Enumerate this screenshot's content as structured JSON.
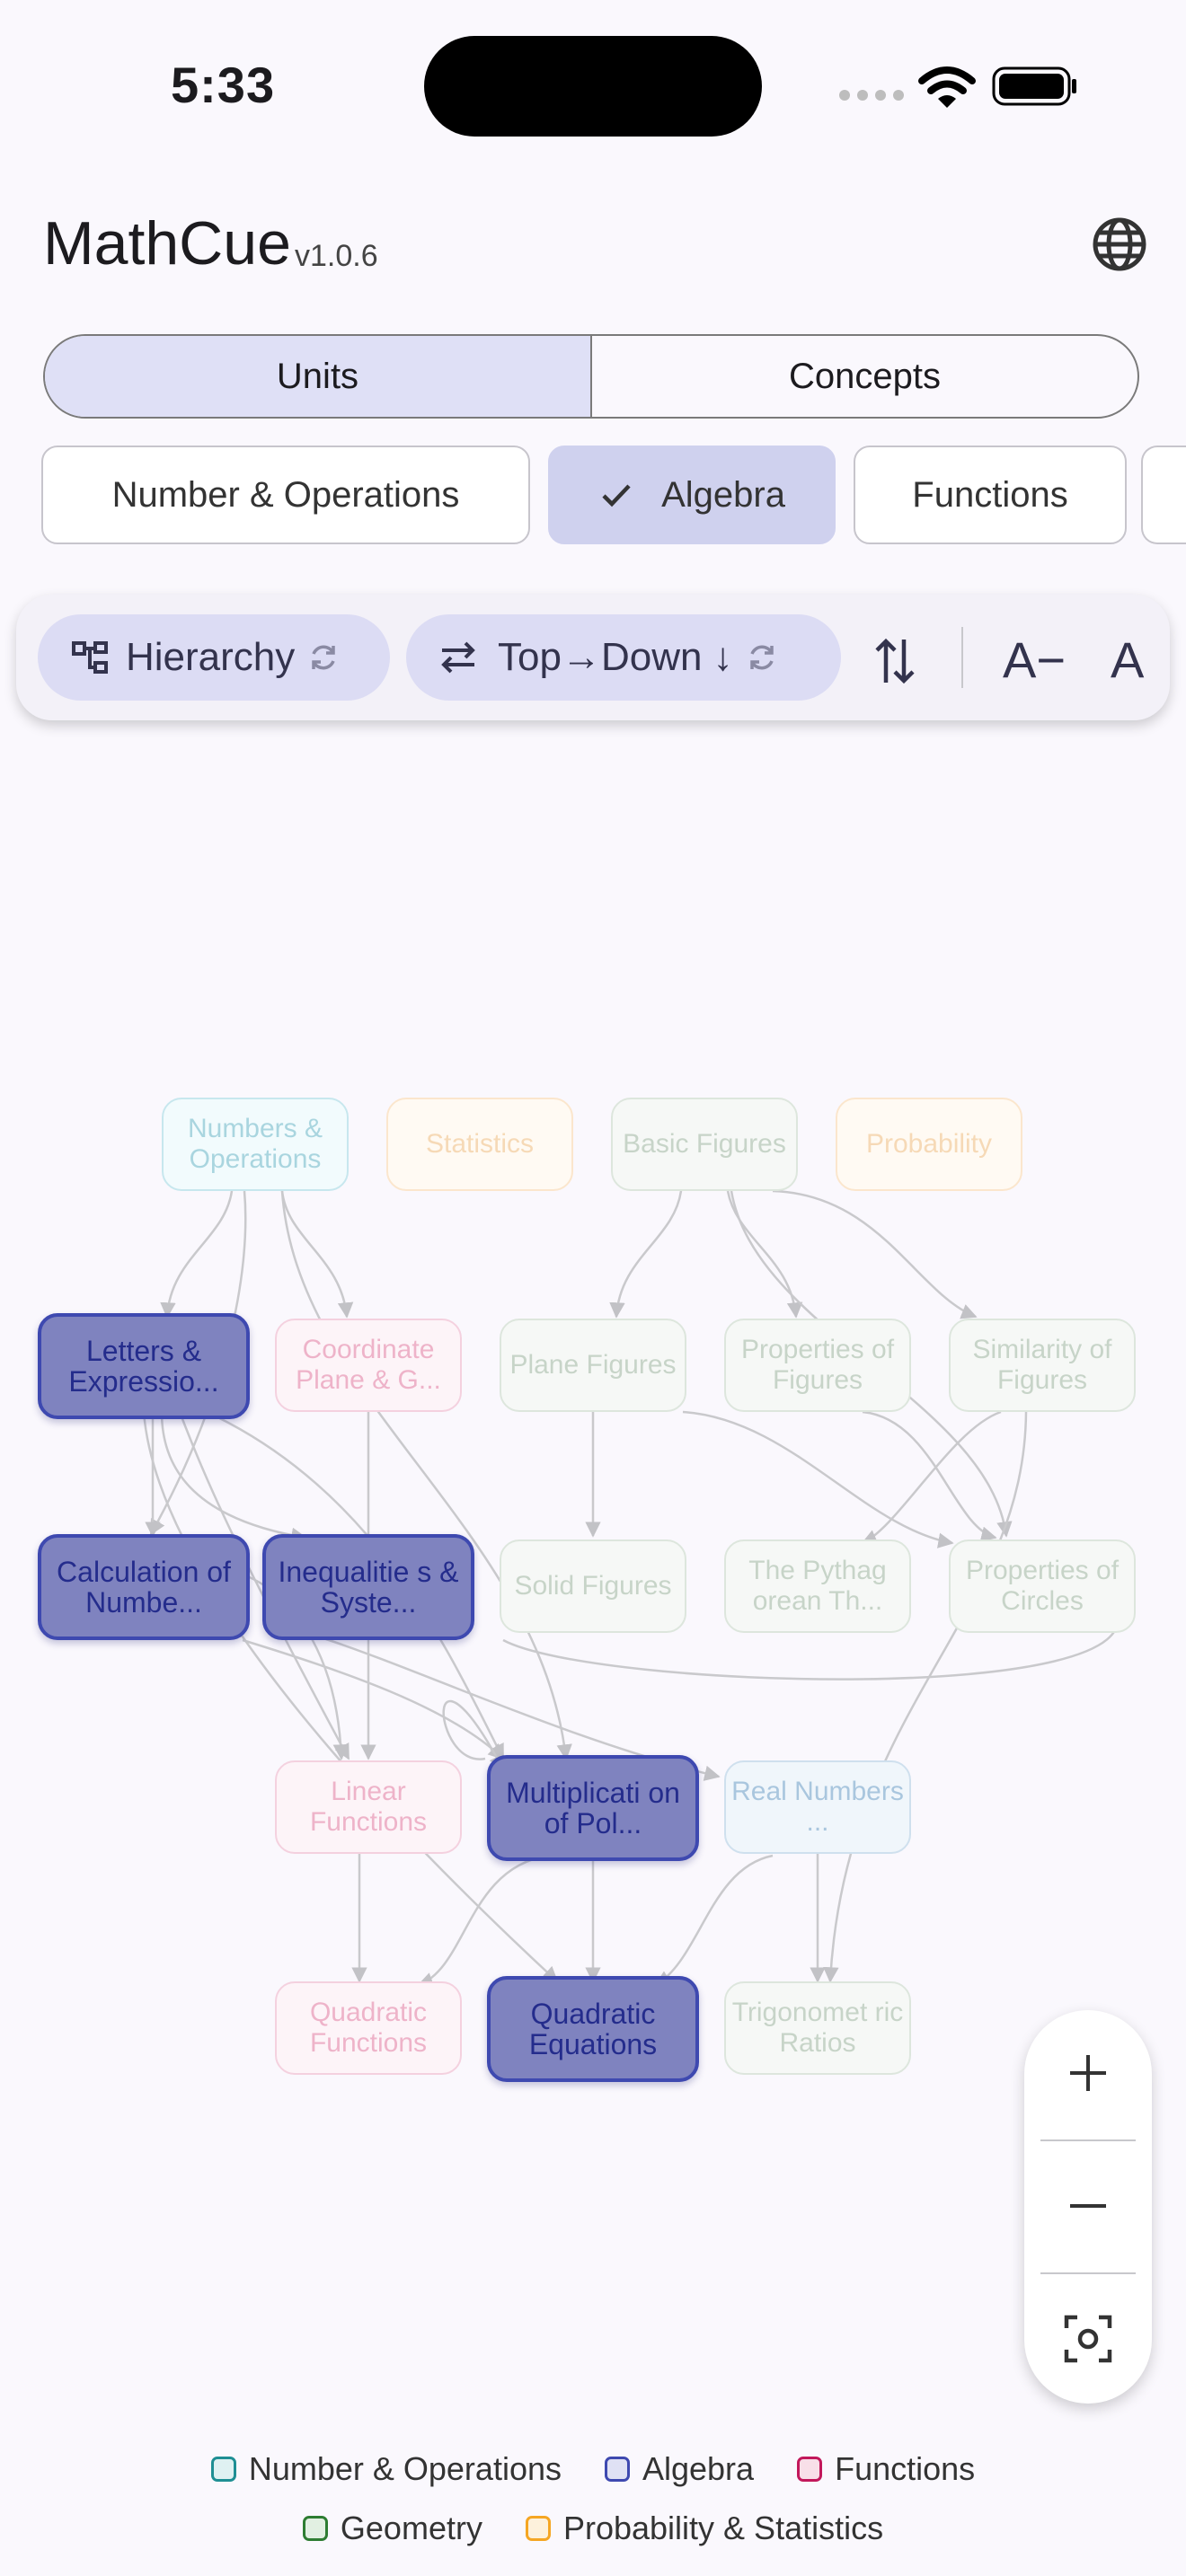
{
  "status_bar": {
    "time": "5:33"
  },
  "header": {
    "title": "MathCue",
    "version": "v1.0.6"
  },
  "view_tabs": [
    {
      "label": "Units",
      "selected": true
    },
    {
      "label": "Concepts",
      "selected": false
    }
  ],
  "unit_filters": [
    {
      "label": "Number & Operations",
      "selected": false
    },
    {
      "label": "Algebra",
      "selected": true
    },
    {
      "label": "Functions",
      "selected": false
    }
  ],
  "toolbar": {
    "layout_label": "Hierarchy",
    "direction_label": "Top→Down ↓",
    "font_decrease": "A−",
    "font_increase": "A"
  },
  "graph": {
    "nodes": {
      "numbers_operations": "Numbers & Operations",
      "statistics": "Statistics",
      "basic_figures": "Basic Figures",
      "probability": "Probability",
      "letters_expressions": "Letters & Expressio...",
      "coordinate_plane": "Coordinate Plane & G...",
      "plane_figures": "Plane Figures",
      "properties_figures": "Properties of Figures",
      "similarity_figures": "Similarity of Figures",
      "calculation_numbers": "Calculation of Numbe...",
      "inequalities": "Inequalitie s & Syste...",
      "solid_figures": "Solid Figures",
      "pythagorean": "The Pythag orean Th...",
      "properties_circles": "Properties of Circles",
      "linear_functions": "Linear Functions",
      "multiplication_poly": "Multiplicati on of Pol...",
      "real_numbers": "Real Numbers ...",
      "quadratic_functions": "Quadratic Functions",
      "quadratic_equations": "Quadratic Equations",
      "trig_ratios": "Trigonomet ric Ratios"
    }
  },
  "legend": {
    "number_operations": {
      "label": "Number & Operations",
      "color": "#1f8f94"
    },
    "algebra": {
      "label": "Algebra",
      "color": "#3e49b0"
    },
    "functions": {
      "label": "Functions",
      "color": "#c2185b"
    },
    "geometry": {
      "label": "Geometry",
      "color": "#2e7d32"
    },
    "probability_statistics": {
      "label": "Probability & Statistics",
      "color": "#f5a623"
    }
  }
}
